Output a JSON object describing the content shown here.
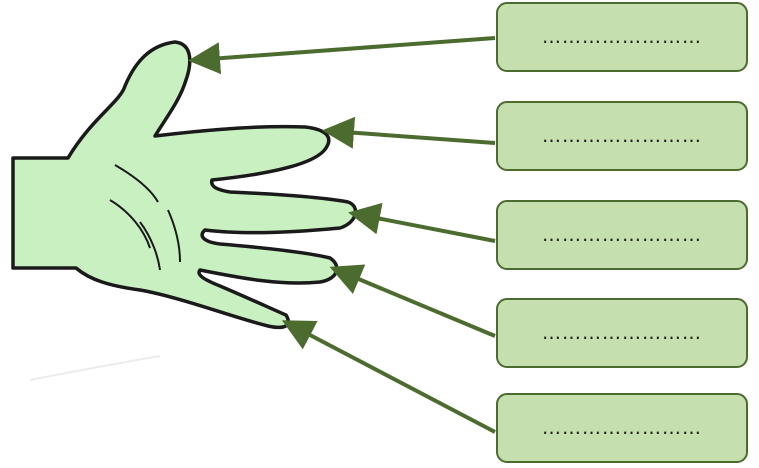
{
  "diagram": {
    "subject": "hand",
    "hand_fill_color": "#c9f0c0",
    "hand_outline_color": "#1a1a1a",
    "arrow_color": "#4c6b2f",
    "box_fill_color": "#c6dfae",
    "box_border_color": "#4c6b2f",
    "labels": [
      {
        "target": "thumb",
        "text": "……………………"
      },
      {
        "target": "index-finger",
        "text": "……………………"
      },
      {
        "target": "middle-finger",
        "text": "……………………"
      },
      {
        "target": "ring-finger",
        "text": "……………………"
      },
      {
        "target": "little-finger",
        "text": "……………………"
      }
    ]
  }
}
